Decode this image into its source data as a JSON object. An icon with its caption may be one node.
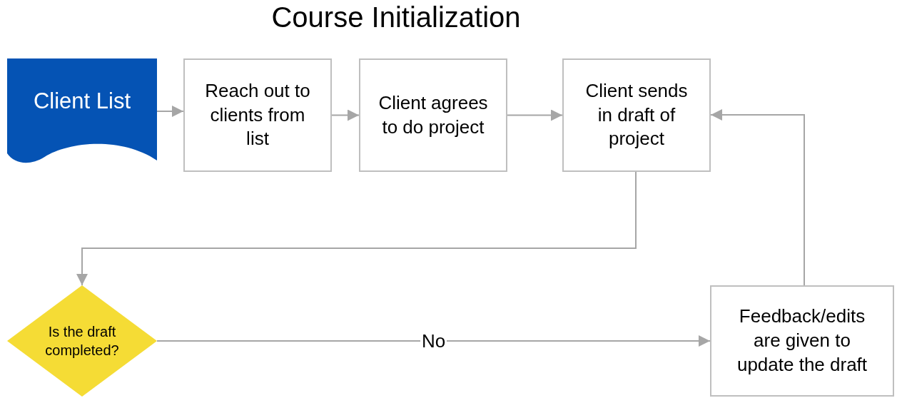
{
  "diagram": {
    "title": "Course Initialization",
    "nodes": [
      {
        "text": [
          "Client List"
        ]
      },
      {
        "text": [
          "Reach out to clients from list"
        ]
      },
      {
        "text": [
          "Client agrees to do project"
        ]
      },
      {
        "text": [
          "Client sends in draft of project"
        ]
      },
      {
        "text": [
          "Is the draft completed?"
        ]
      },
      {
        "text": [
          "Feedback/edits are given to update the draft"
        ]
      }
    ],
    "edges": [
      {
        "from": 0,
        "to": 1,
        "arrow": "to"
      },
      {
        "from": 1,
        "to": 2,
        "arrow": "to"
      },
      {
        "from": 2,
        "to": 3,
        "arrow": "to"
      },
      {
        "from": 3,
        "to": 4,
        "arrow": "to"
      },
      {
        "from": 4,
        "to": 5,
        "arrow": "to",
        "label": "No"
      },
      {
        "from": 5,
        "to": 3,
        "arrow": "to"
      }
    ]
  }
}
